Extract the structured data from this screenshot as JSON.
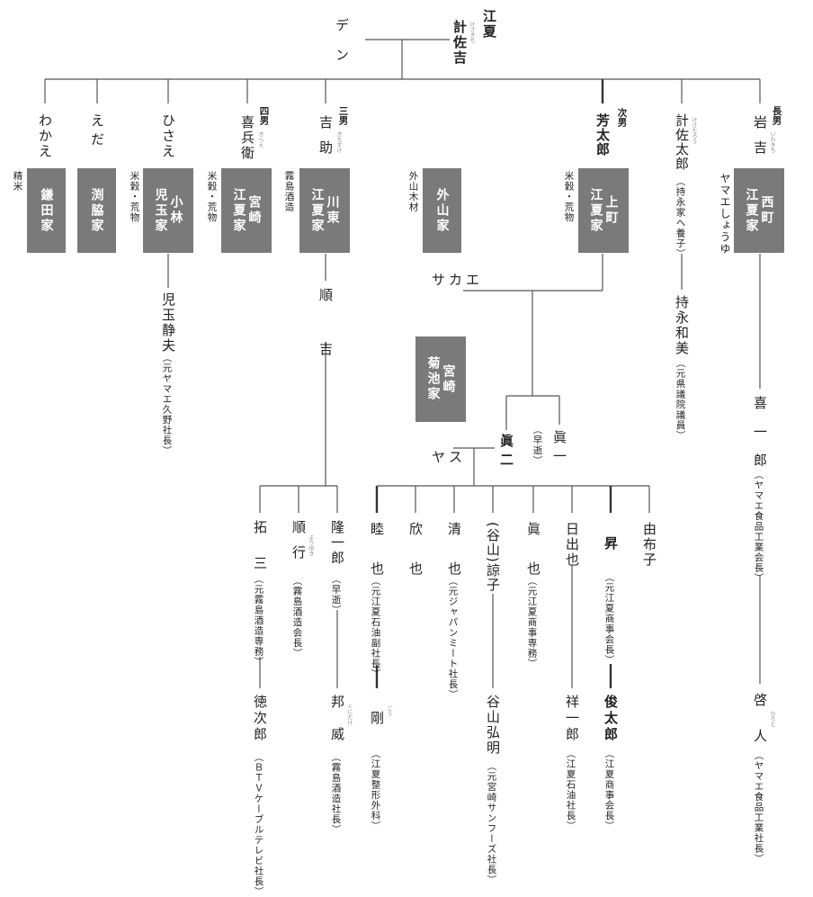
{
  "root": {
    "surname": "江夏",
    "name": "計佐吉",
    "spouse": "デン",
    "ruby": "けさきち"
  },
  "children": [
    {
      "id": "wakae",
      "name": "わかえ",
      "house": [
        "鎌田家"
      ],
      "occupation": "精米"
    },
    {
      "id": "eda",
      "name": "えだ",
      "house": [
        "渕脇家"
      ]
    },
    {
      "id": "hisae",
      "name": "ひさえ",
      "house": [
        "小林",
        "児玉家"
      ],
      "occupation": "米穀・荒物"
    },
    {
      "id": "kiheie",
      "rank": "四男",
      "name": "喜兵衛",
      "ruby": "きへえ",
      "house": [
        "宮崎",
        "江夏家"
      ],
      "occupation": "米穀・荒物"
    },
    {
      "id": "kichisuke",
      "rank": "三男",
      "name": "吉 助",
      "ruby": "きちすけ",
      "house": [
        "川東",
        "江夏家"
      ],
      "occupation": "霧島酒造"
    },
    {
      "id": "sotoyama",
      "house": [
        "外山家"
      ],
      "occupation": "外山木材"
    },
    {
      "id": "yoshitaro",
      "rank": "次男",
      "name": "芳太郎",
      "house": [
        "上町",
        "江夏家"
      ],
      "occupation": "米穀・荒物"
    },
    {
      "id": "kesataro",
      "name": "計佐太郎",
      "ruby": "けさたろう",
      "note": "（持永家へ養子）"
    },
    {
      "id": "iwakichi",
      "rank": "長男",
      "name": "岩 吉",
      "ruby": "いわきち",
      "house": [
        "西町",
        "江夏家"
      ],
      "occupation": "ヤマエしょうゆ"
    }
  ],
  "hisae_line": {
    "name": "児玉静夫",
    "note": "（元ヤマエ久野社長）"
  },
  "kesataro_line": {
    "name": "持永和美",
    "note": "（元県議院議員）"
  },
  "kichisuke_line": {
    "name": "順 吉"
  },
  "iwakichi_line": [
    {
      "name": "喜 一 郎",
      "note": "（ヤマエ食品工業会長）"
    },
    {
      "name": "啓 人",
      "ruby": "ひろと",
      "note": "（ヤマエ食品工業社長）"
    }
  ],
  "junkichi_children": [
    {
      "name": "拓 三",
      "note": "（元霧島酒造専務）"
    },
    {
      "name": "順 行",
      "ruby": "よりゆき",
      "note": "（霧島酒造会長）"
    },
    {
      "name": "隆一郎",
      "note": "（早逝）"
    }
  ],
  "grandchildren_gen4": [
    {
      "name": "徳次郎",
      "note": "（ＢＴＶケーブルテレビ社長）"
    },
    {
      "name": "邦 威",
      "ruby": "くにたけ",
      "note": "（霧島酒造社長）"
    }
  ],
  "yoshitaro_line": {
    "spouse": "サカエ",
    "miyazaki_house": [
      "宮崎",
      "菊池家"
    ],
    "son1": {
      "name": "眞一",
      "note": "（早逝）"
    },
    "son2": {
      "name": "眞二",
      "spouse": "ヤス"
    }
  },
  "shinji_children": [
    {
      "name": "睦 也",
      "note": "（元江夏石油副社長）"
    },
    {
      "name": "欣 也"
    },
    {
      "name": "清 也",
      "note": "（元ジャパンミート社長）"
    },
    {
      "name": "(谷山)諒子"
    },
    {
      "name": "眞 也",
      "note": "（元江夏商事専務）"
    },
    {
      "name": "日出也"
    },
    {
      "name": "昇",
      "note": "（元江夏商事会長）"
    },
    {
      "name": "由布子"
    }
  ],
  "shinji_grandchildren": [
    {
      "name": "剛",
      "ruby": "ごう",
      "note": "（江夏整形外科）"
    },
    {
      "name": "谷山弘明",
      "note": "（元宮崎サンフーズ社長）"
    },
    {
      "name": "祥一郎",
      "note": "（江夏石油社長）"
    },
    {
      "name": "俊太郎",
      "note": "（江夏商事会長）"
    }
  ]
}
